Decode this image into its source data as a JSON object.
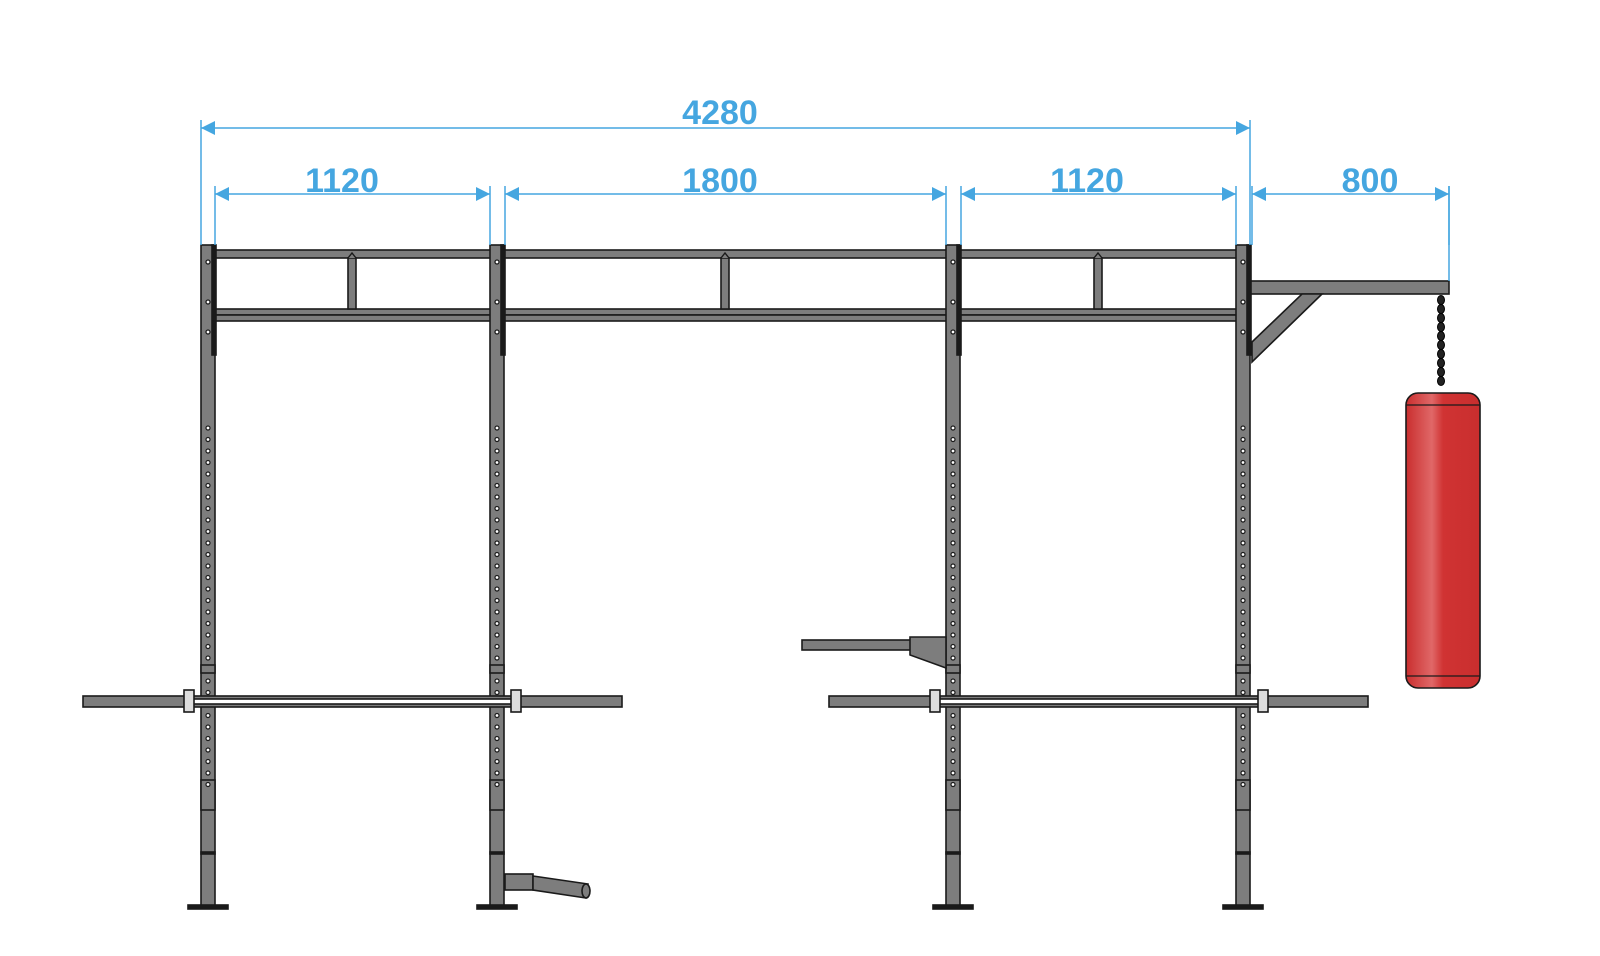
{
  "colors": {
    "dimension": "#45a6e0",
    "steel": "#7d7d7d",
    "outline": "#1a1a1a",
    "bag": "#d03333",
    "bar": "#ffffff"
  },
  "dimensions": {
    "overall": "4280",
    "bay_left": "1120",
    "bay_center": "1800",
    "bay_right": "1120",
    "bag_arm": "800"
  }
}
